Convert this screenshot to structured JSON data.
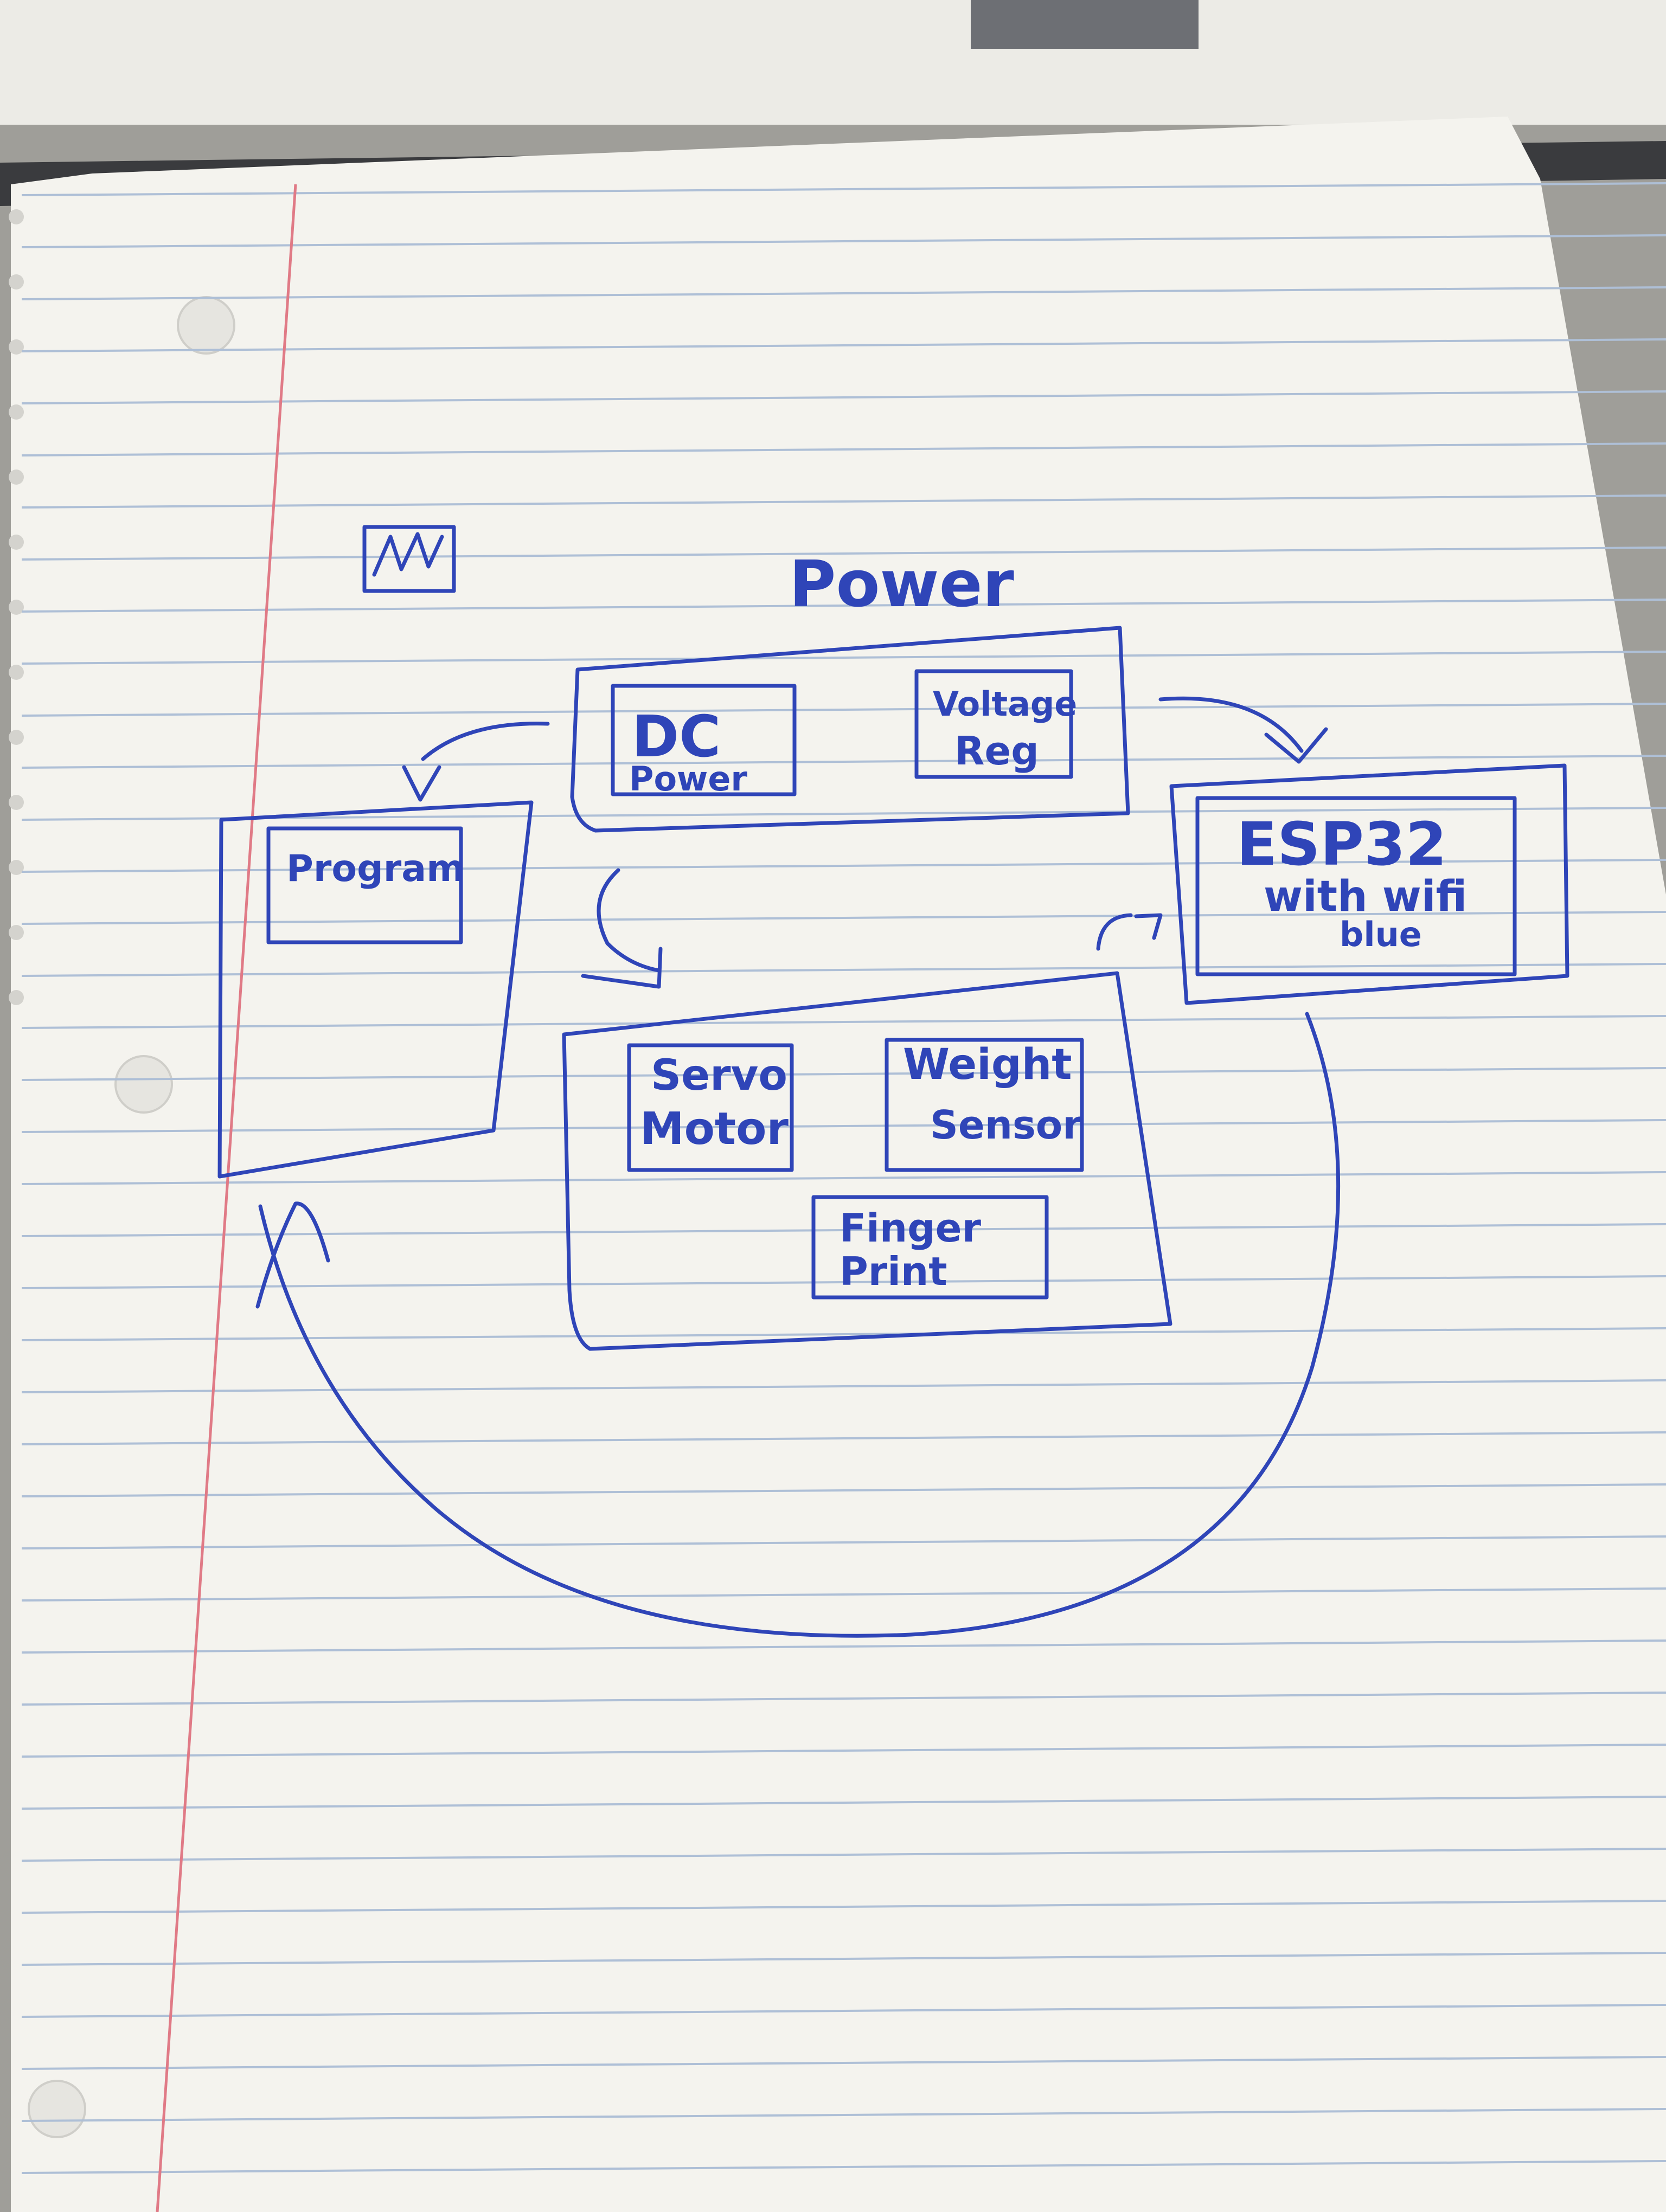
{
  "diagram": {
    "title": "Power",
    "ink_color": "#2f45b8",
    "paper_color": "#f4f3ee",
    "rule_color": "#aebfd6",
    "margin_color": "#e07a86",
    "sketch_icon": "scribble-box-icon",
    "power_group": {
      "dc_power": [
        "DC",
        "Power"
      ],
      "voltage_reg": [
        "Voltage",
        "Reg"
      ]
    },
    "esp32": [
      "ESP32",
      "with wifi",
      "blue"
    ],
    "program": "Program",
    "peripherals": {
      "servo_motor": [
        "Servo",
        "Motor"
      ],
      "weight_sensor": [
        "Weight",
        "Sensor"
      ],
      "fingerprint": [
        "Finger",
        "Print"
      ]
    }
  }
}
